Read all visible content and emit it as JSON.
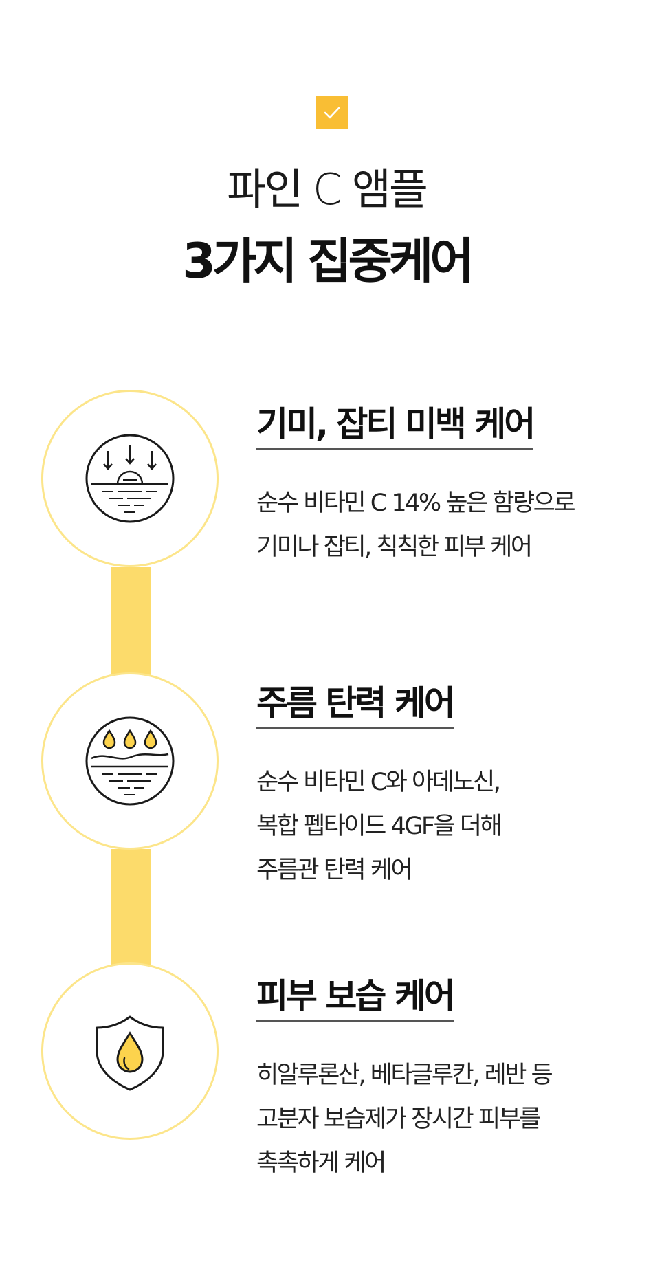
{
  "header": {
    "badge_icon": "checkmark-icon",
    "badge_color": "#f9be34",
    "subtitle": "파인 C 앰플",
    "title": "3가지 집중케어"
  },
  "accent_color": "#fcdb6b",
  "features": [
    {
      "icon": "sun-rays-icon",
      "heading": "기미, 잡티 미백 케어",
      "lines": [
        "순수 비타민 C 14% 높은 함량으로",
        "기미나 잡티, 칙칙한 피부 케어"
      ]
    },
    {
      "icon": "water-drops-icon",
      "heading": "주름 탄력 케어",
      "lines": [
        "순수 비타민 C와 아데노신,",
        "복합 펩타이드 4GF을 더해",
        "주름관 탄력 케어"
      ]
    },
    {
      "icon": "shield-drop-icon",
      "heading": "피부 보습 케어",
      "lines": [
        "히알루론산, 베타글루칸, 레반 등",
        "고분자 보습제가 장시간 피부를",
        "촉촉하게 케어"
      ]
    }
  ]
}
